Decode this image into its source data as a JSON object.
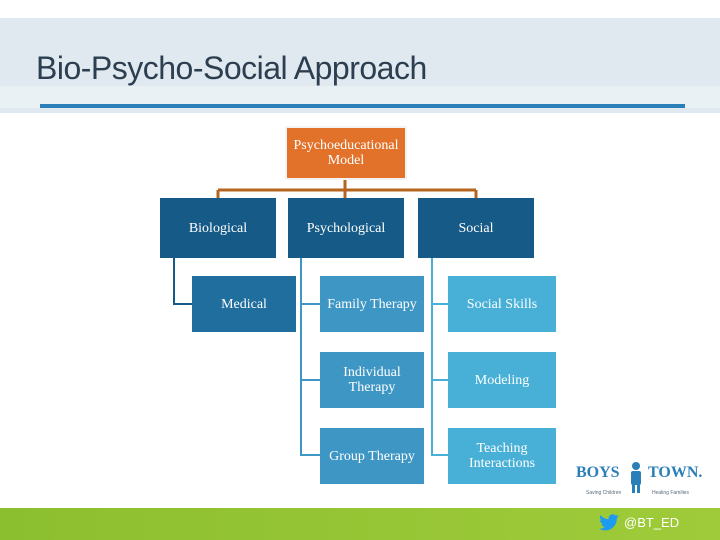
{
  "slide": {
    "title": "Bio-Psycho-Social Approach"
  },
  "diagram": {
    "root": "Psychoeducational Model",
    "branches": [
      {
        "label": "Biological",
        "children": [
          "Medical"
        ]
      },
      {
        "label": "Psychological",
        "children": [
          "Family Therapy",
          "Individual Therapy",
          "Group Therapy"
        ]
      },
      {
        "label": "Social",
        "children": [
          "Social Skills",
          "Modeling",
          "Teaching Interactions"
        ]
      }
    ]
  },
  "logo": {
    "name_left": "BOYS",
    "name_right": "TOWN.",
    "tag_left": "Saving Children",
    "tag_right": "Healing Families"
  },
  "footer": {
    "handle": "@BT_ED",
    "icon": "twitter-bird-icon"
  },
  "colors": {
    "root": "#e2712a",
    "level1": "#165b87",
    "level2_left": "#1f6e9d",
    "level2_mid": "#3e96c4",
    "level2_right": "#48b0d7",
    "connector": "#b5651d",
    "footer": "#8cbf2f",
    "title_rule": "#2a7fb8"
  }
}
